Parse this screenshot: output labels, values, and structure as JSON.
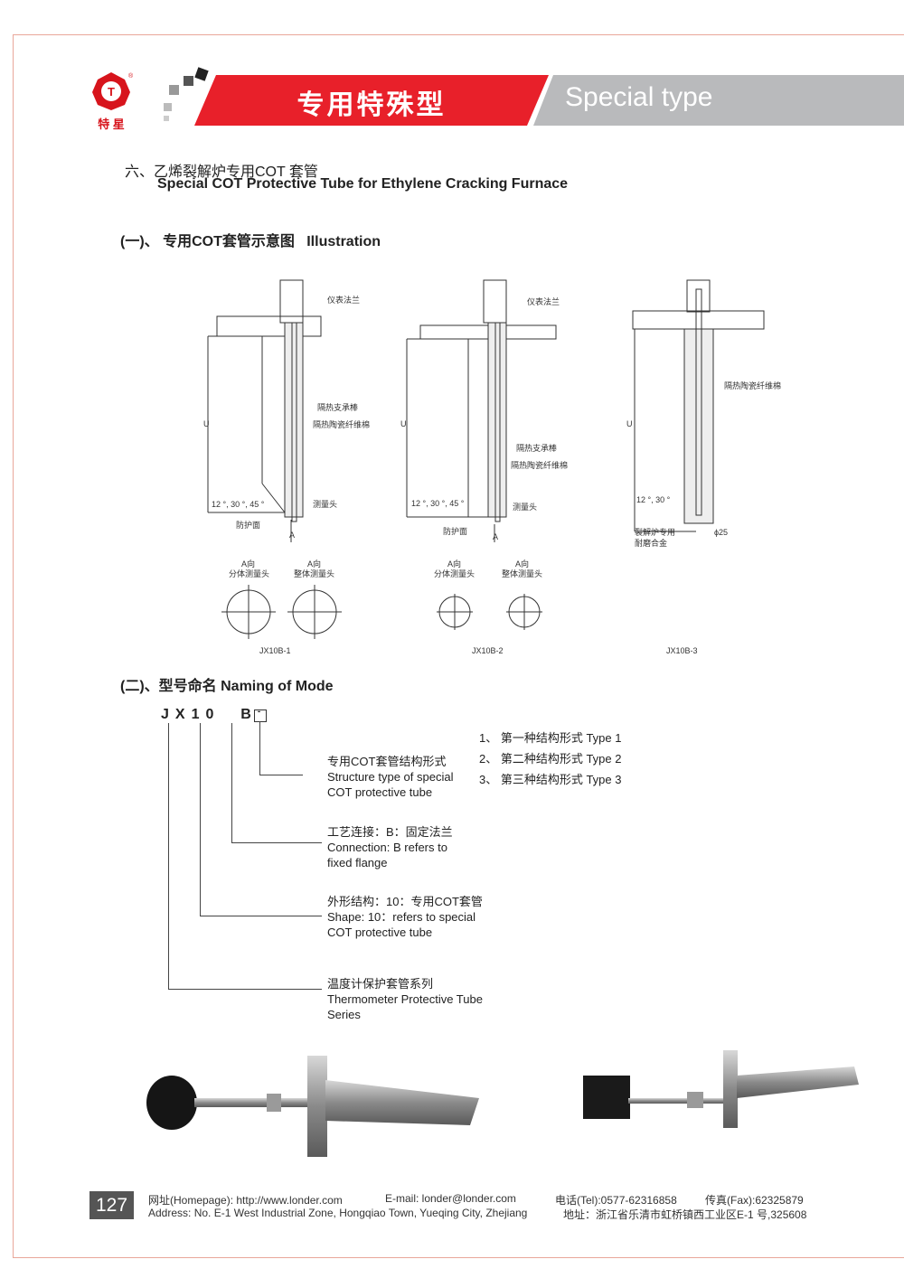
{
  "header": {
    "logo_text": "特 星",
    "cn_title": "专用特殊型",
    "en_title": "Special type",
    "brand_color": "#e8202a"
  },
  "section": {
    "number_cn": "六、乙烯裂解炉专用COT 套管",
    "title_en": "Special COT Protective Tube for Ethylene Cracking Furnace"
  },
  "illustration": {
    "heading": "(一)、 专用COT套管示意图",
    "heading_en": "Illustration",
    "diagrams": [
      {
        "model": "JX10B-1",
        "labels": [
          "仪表法兰",
          "隔热支承棒",
          "隔热陶瓷纤维棉",
          "测量头",
          "防护面"
        ],
        "angle": "12 °, 30 °, 45 °",
        "dim": "U",
        "arrow": "A",
        "views": [
          "A向",
          "分体测量头",
          "A向",
          "整体测量头"
        ]
      },
      {
        "model": "JX10B-2",
        "labels": [
          "仪表法兰",
          "隔热支承棒",
          "隔热陶瓷纤维棉",
          "测量头",
          "防护面"
        ],
        "angle": "12 °, 30 °, 45 °",
        "dim": "U",
        "arrow": "A",
        "views": [
          "A向",
          "分体测量头",
          "A向",
          "整体测量头"
        ]
      },
      {
        "model": "JX10B-3",
        "labels": [
          "隔热陶瓷纤维棉",
          "裂解炉专用",
          "耐磨合金"
        ],
        "angle": "12 °, 30 °",
        "dim": "U",
        "diameter": "ϕ25"
      }
    ]
  },
  "naming": {
    "heading": "(二)、型号命名",
    "heading_en": "Naming of Mode",
    "code": [
      "J",
      "X",
      "1",
      "0",
      "B",
      "-"
    ],
    "types": [
      "1、 第一种结构形式 Type 1",
      "2、 第二种结构形式 Type 2",
      "3、 第三种结构形式 Type 3"
    ],
    "items": [
      {
        "cn": "专用COT套管结构形式",
        "en1": "Structure type of special",
        "en2": "COT protective tube"
      },
      {
        "cn": "工艺连接：B：固定法兰",
        "en1": "Connection:  B  refers to",
        "en2": "fixed flange"
      },
      {
        "cn": "外形结构：10：专用COT套管",
        "en1": "Shape: 10：refers to special",
        "en2": "COT protective tube"
      },
      {
        "cn": "温度计保护套管系列",
        "en1": "Thermometer Protective Tube",
        "en2": "Series"
      }
    ]
  },
  "footer": {
    "page": "127",
    "homepage": "网址(Homepage): http://www.londer.com",
    "email": "E-mail: londer@londer.com",
    "tel": "电话(Tel):0577-62316858",
    "fax": "传真(Fax):62325879",
    "address_en": "Address: No. E-1 West Industrial Zone, Hongqiao Town, Yueqing City, Zhejiang",
    "address_cn": "地址：浙江省乐清市虹桥镇西工业区E-1 号,325608"
  }
}
